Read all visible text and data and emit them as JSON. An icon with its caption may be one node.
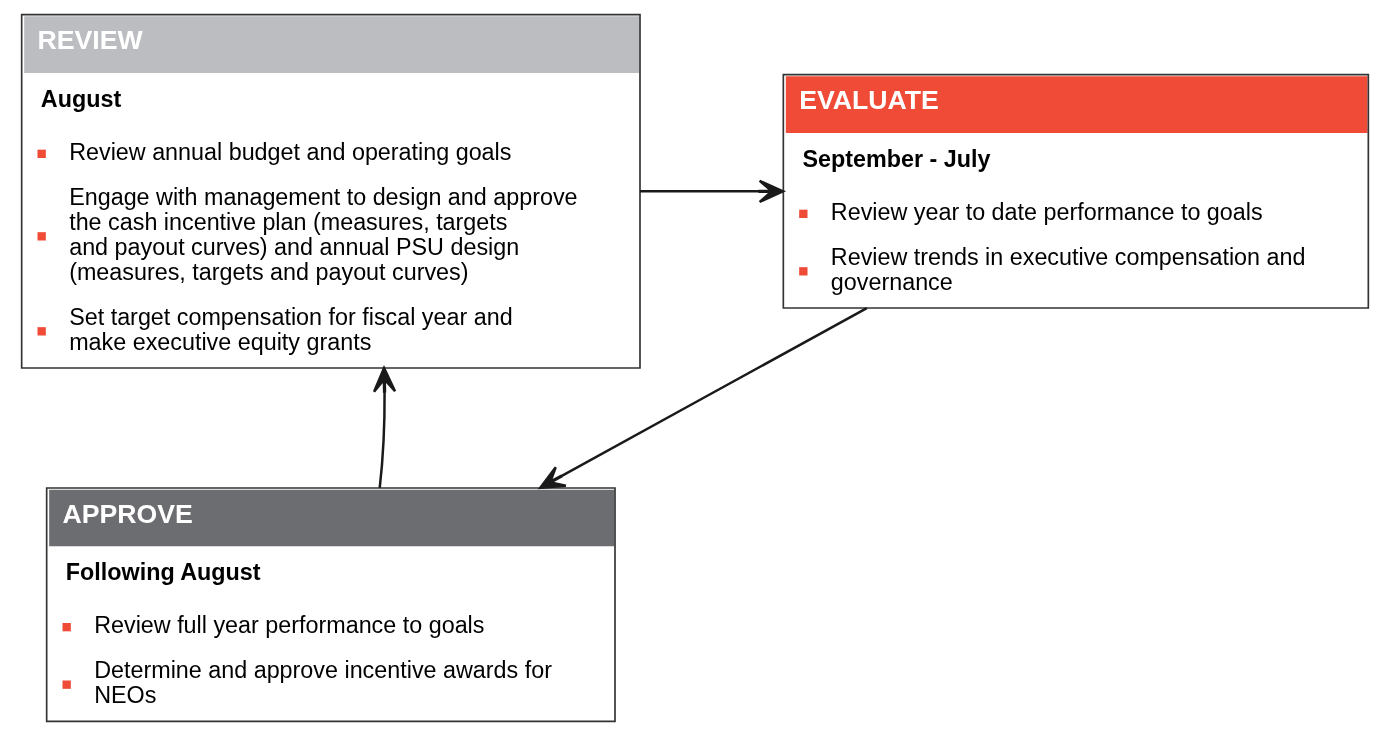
{
  "diagram": {
    "nodes": [
      {
        "text": [
          "REVIEW",
          "August",
          "Review annual budget and operating goals",
          "Engage with management to design and approve the cash incentive plan (measures, targets and payout curves) and annual PSU design (measures, targets and payout curves)",
          "Set target compensation for fiscal year and make executive equity grants"
        ]
      },
      {
        "text": [
          "EVALUATE",
          "September - July",
          "Review year to date performance to goals",
          "Review trends in executive compensation and governance"
        ]
      },
      {
        "text": [
          "APPROVE",
          "Following August",
          "Review full year performance to goals",
          "Determine and approve incentive awards for NEOs"
        ]
      }
    ],
    "edges": [
      {
        "from": 0,
        "to": 1,
        "arrow": "to"
      },
      {
        "from": 1,
        "to": 2,
        "arrow": "to"
      },
      {
        "from": 2,
        "to": 0,
        "arrow": "to"
      }
    ]
  }
}
